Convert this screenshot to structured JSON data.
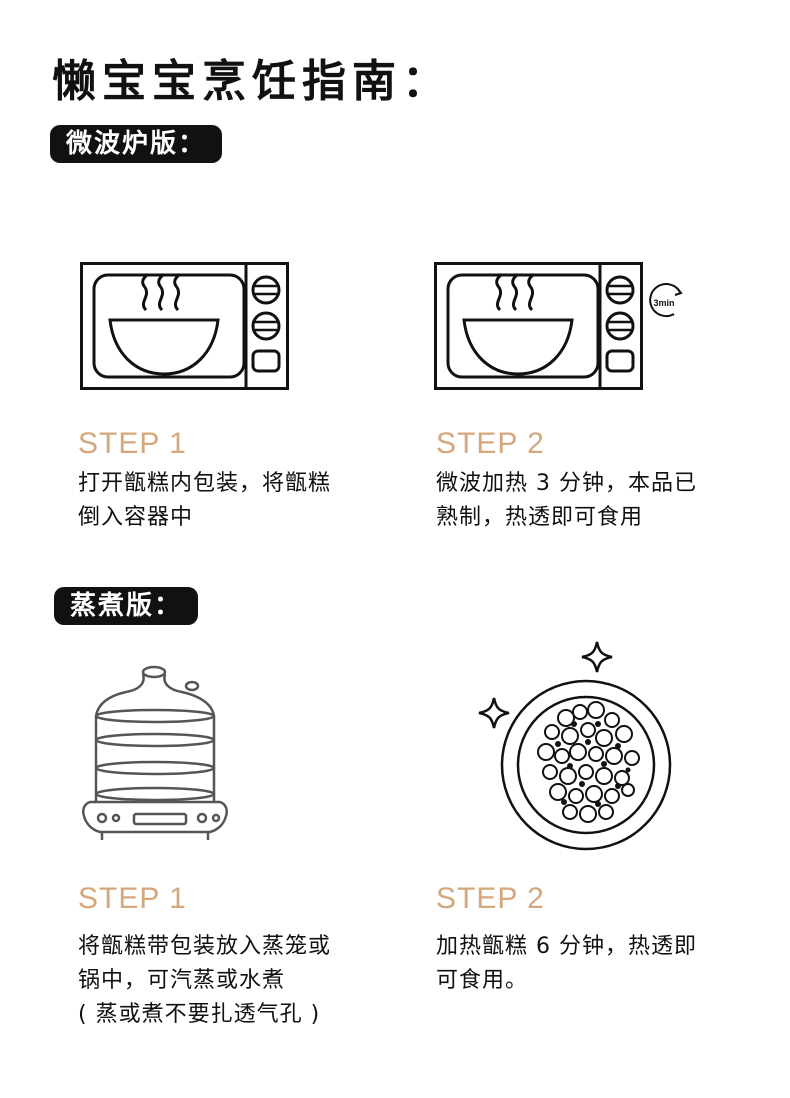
{
  "title": "懒宝宝烹饪指南：",
  "microwave_section": {
    "label": "微波炉版：",
    "steps": [
      {
        "step": "STEP 1",
        "text_line1": "打开甑糕内包装，将甑糕",
        "text_line2": "倒入容器中",
        "icon": "microwave-icon"
      },
      {
        "step": "STEP 2",
        "text_line1": "微波加热 3 分钟，本品已",
        "text_line2": "熟制，热透即可食用",
        "icon": "microwave-timer-icon",
        "timer_badge": "3min"
      }
    ]
  },
  "steam_section": {
    "label": "蒸煮版：",
    "steps": [
      {
        "step": "STEP 1",
        "text_line1": "将甑糕带包装放入蒸笼或",
        "text_line2": "锅中，可汽蒸或水煮",
        "text_line3": "( 蒸或煮不要扎透气孔 )",
        "icon": "steamer-icon"
      },
      {
        "step": "STEP 2",
        "text_line1": "加热甑糕 6 分钟，热透即",
        "text_line2": "可食用。",
        "icon": "food-plate-icon"
      }
    ]
  },
  "colors": {
    "accent": "#d4a77d",
    "dark": "#111111"
  }
}
